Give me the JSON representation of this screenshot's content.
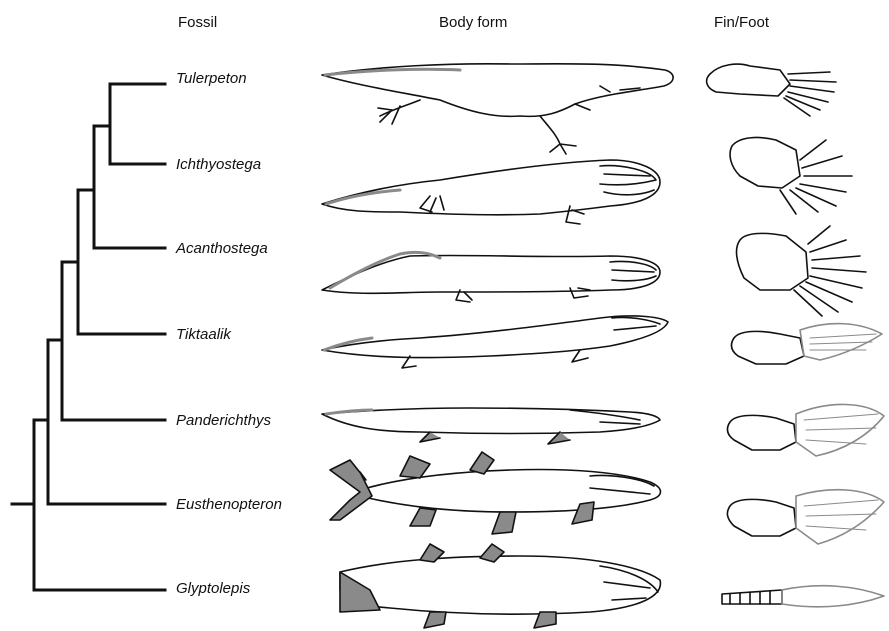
{
  "headers": {
    "fossil": "Fossil",
    "body_form": "Body form",
    "fin_foot": "Fin/Foot"
  },
  "taxa": [
    {
      "name": "Tulerpeton",
      "body": "tetrapod",
      "limb": "foot",
      "digits": 6
    },
    {
      "name": "Ichthyostega",
      "body": "tetrapod",
      "limb": "foot",
      "digits": 7
    },
    {
      "name": "Acanthostega",
      "body": "tetrapod",
      "limb": "foot",
      "digits": 8
    },
    {
      "name": "Tiktaalik",
      "body": "fish-flat-head",
      "limb": "fin",
      "digits": 0
    },
    {
      "name": "Panderichthys",
      "body": "fish-slim",
      "limb": "fin",
      "digits": 0
    },
    {
      "name": "Eusthenopteron",
      "body": "lobe-fin-fish",
      "limb": "fin",
      "digits": 0
    },
    {
      "name": "Glyptolepis",
      "body": "lobe-fin-fish-deep",
      "limb": "fin-small",
      "digits": 0
    }
  ],
  "colors": {
    "line": "#111111",
    "fin_shading": "#8a8a8a"
  }
}
